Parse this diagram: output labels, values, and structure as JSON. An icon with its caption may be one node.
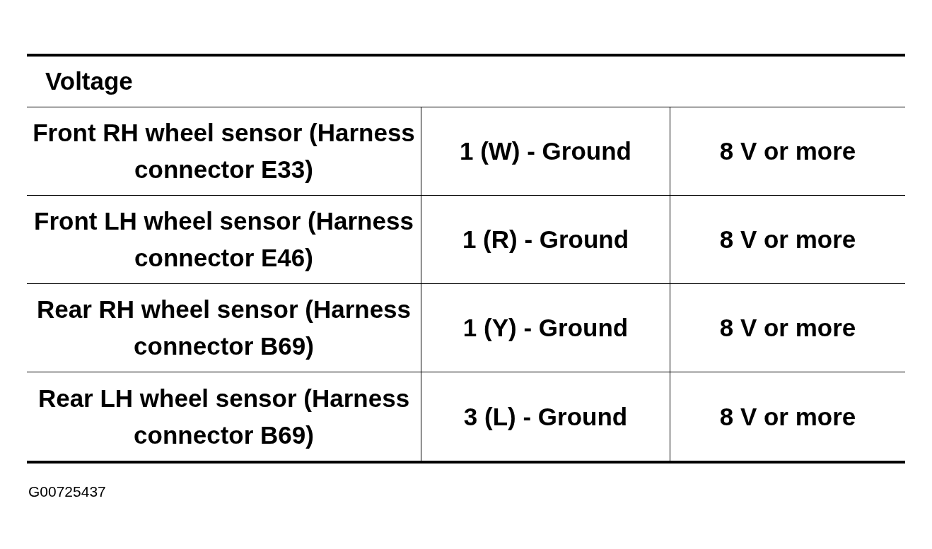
{
  "diagram": {
    "title": "Voltage",
    "labels": [
      "Front RH wheel sensor (Harness connector E33)",
      "1 (W) - Ground",
      "8 V or more",
      "Front LH wheel sensor (Harness connector E46)",
      "1 (R) - Ground",
      "8 V or more",
      "Rear RH wheel sensor (Harness connector B69)",
      "1 (Y) - Ground",
      "8 V or more",
      "Rear LH wheel sensor (Harness connector B69)",
      "3 (L) - Ground",
      "8 V or more",
      "G00725437"
    ]
  }
}
